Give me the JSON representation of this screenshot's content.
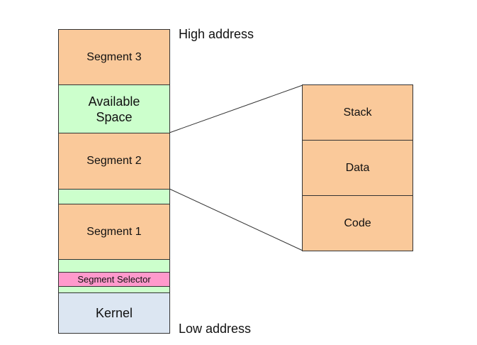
{
  "labels": {
    "high_address": "High address",
    "low_address": "Low address"
  },
  "memory_column": {
    "segment_3": "Segment 3",
    "available_space": "Available Space",
    "segment_2": "Segment 2",
    "segment_1": "Segment 1",
    "segment_selector": "Segment Selector",
    "kernel": "Kernel"
  },
  "segment_detail": {
    "stack": "Stack",
    "data": "Data",
    "code": "Code"
  },
  "colors": {
    "segment": "#fac99a",
    "free": "#ccffcc",
    "selector": "#ff99cc",
    "kernel": "#dce6f2"
  }
}
